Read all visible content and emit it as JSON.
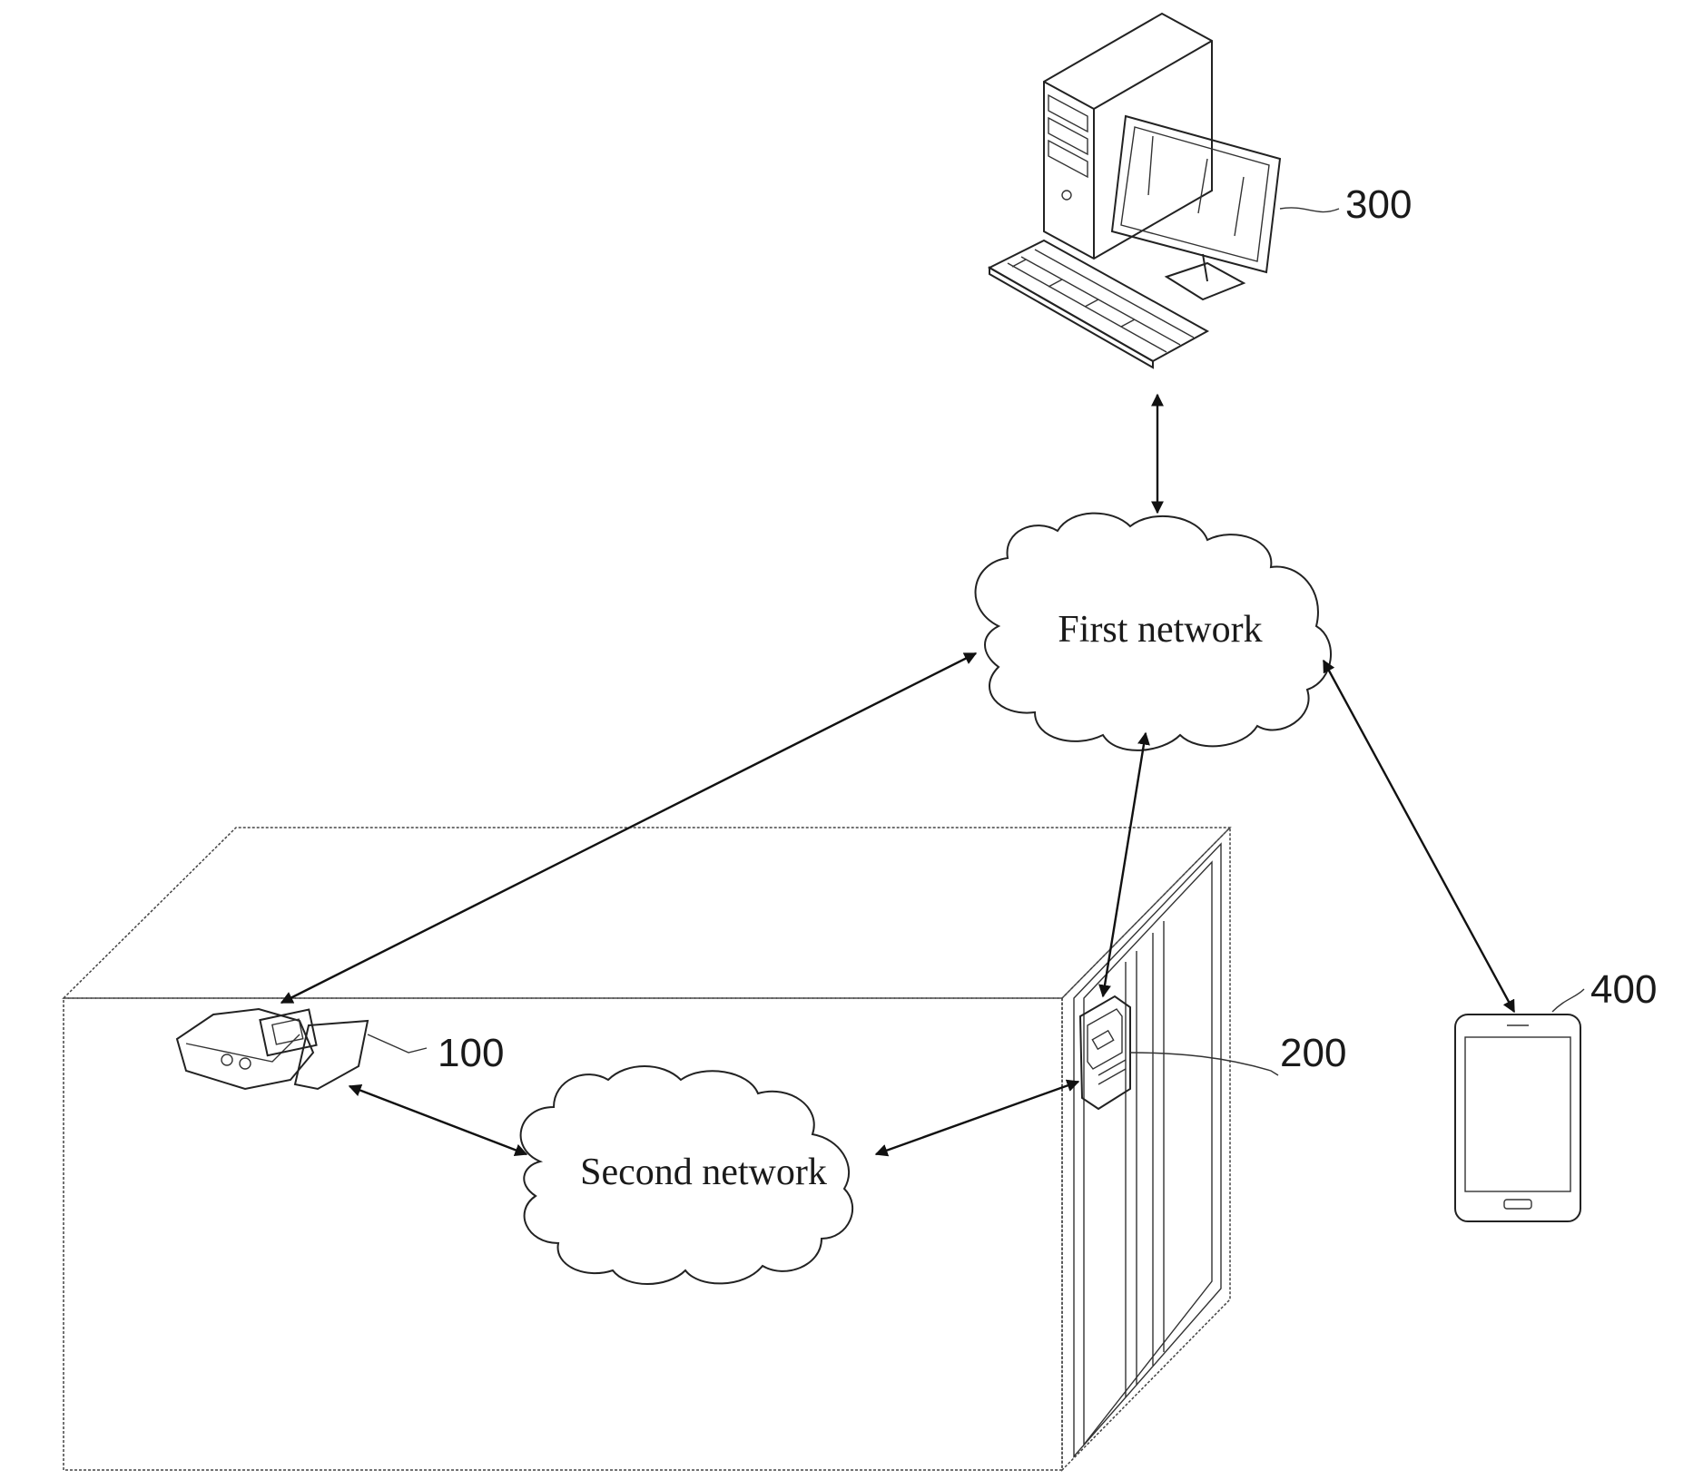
{
  "diagram": {
    "nodes": {
      "computer": {
        "ref": "300",
        "icon": "desktop-computer-icon"
      },
      "first_network": {
        "label": "First network"
      },
      "device_100": {
        "ref": "100",
        "icon": "sensor-device-icon"
      },
      "device_200": {
        "ref": "200",
        "icon": "door-controller-icon"
      },
      "second_network": {
        "label": "Second network"
      },
      "mobile": {
        "ref": "400",
        "icon": "smartphone-icon"
      }
    },
    "edges": [
      {
        "from": "computer",
        "to": "first_network",
        "direction": "bidirectional"
      },
      {
        "from": "first_network",
        "to": "device_100",
        "direction": "bidirectional"
      },
      {
        "from": "first_network",
        "to": "device_200",
        "direction": "bidirectional"
      },
      {
        "from": "first_network",
        "to": "mobile",
        "direction": "bidirectional"
      },
      {
        "from": "device_100",
        "to": "second_network",
        "direction": "bidirectional"
      },
      {
        "from": "second_network",
        "to": "device_200",
        "direction": "bidirectional"
      }
    ]
  }
}
